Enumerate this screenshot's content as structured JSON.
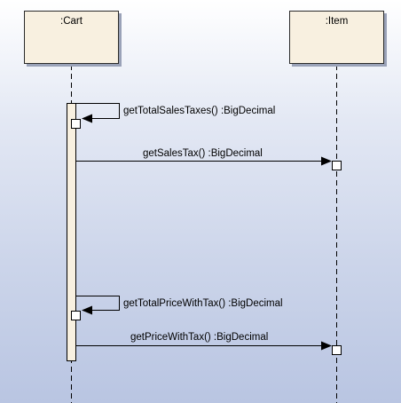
{
  "lifelines": [
    {
      "id": "cart",
      "label": ":Cart"
    },
    {
      "id": "item",
      "label": ":Item"
    }
  ],
  "messages": [
    {
      "id": "m1",
      "kind": "self",
      "label": "getTotalSalesTaxes() :BigDecimal"
    },
    {
      "id": "m2",
      "kind": "call",
      "label": "getSalesTax() :BigDecimal"
    },
    {
      "id": "m3",
      "kind": "self",
      "label": "getTotalPriceWithTax() :BigDecimal"
    },
    {
      "id": "m4",
      "kind": "call",
      "label": "getPriceWithTax() :BigDecimal"
    }
  ]
}
